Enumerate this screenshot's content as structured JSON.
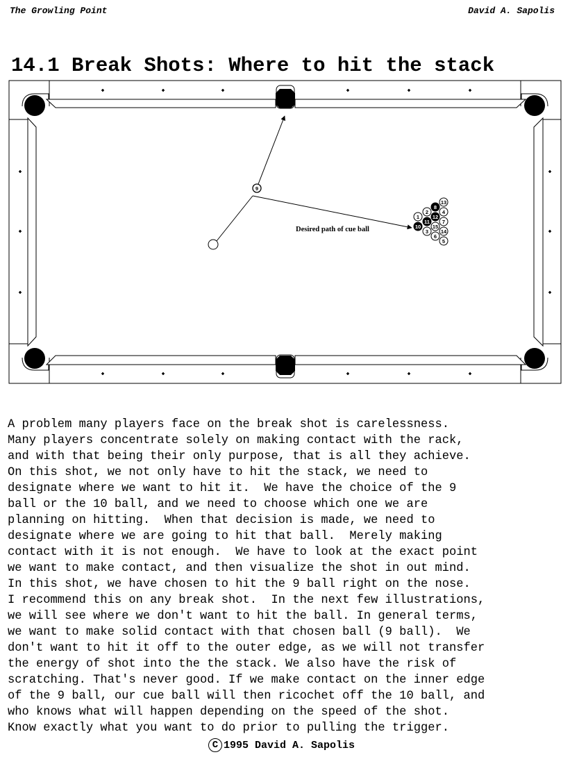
{
  "header": {
    "left": "The Growling Point",
    "right": "David A. Sapolis"
  },
  "title": "14.1 Break Shots: Where to hit the stack",
  "diagram": {
    "path_label": "Desired path of cue ball",
    "object_ball": "9",
    "rack_balls": [
      "1",
      "2",
      "3",
      "4",
      "5",
      "6",
      "7",
      "8",
      "10",
      "11",
      "12",
      "13",
      "14",
      "15"
    ]
  },
  "paragraph": "A problem many players face on the break shot is carelessness.\nMany players concentrate solely on making contact with the rack,\nand with that being their only purpose, that is all they achieve.\nOn this shot, we not only have to hit the stack, we need to\ndesignate where we want to hit it.  We have the choice of the 9\nball or the 10 ball, and we need to choose which one we are\nplanning on hitting.  When that decision is made, we need to\ndesignate where we are going to hit that ball.  Merely making\ncontact with it is not enough.  We have to look at the exact point\nwe want to make contact, and then visualize the shot in out mind.\nIn this shot, we have chosen to hit the 9 ball right on the nose.\nI recommend this on any break shot.  In the next few illustrations,\nwe will see where we don't want to hit the ball. In general terms,\nwe want to make solid contact with that chosen ball (9 ball).  We\ndon't want to hit it off to the outer edge, as we will not transfer\nthe energy of shot into the the stack. We also have the risk of\nscratching. That's never good. If we make contact on the inner edge\nof the 9 ball, our cue ball will then ricochet off the 10 ball, and\nwho knows what will happen depending on the speed of the shot.\nKnow exactly what you want to do prior to pulling the trigger.",
  "footer": {
    "symbol": "C",
    "text": "1995 David A. Sapolis"
  }
}
